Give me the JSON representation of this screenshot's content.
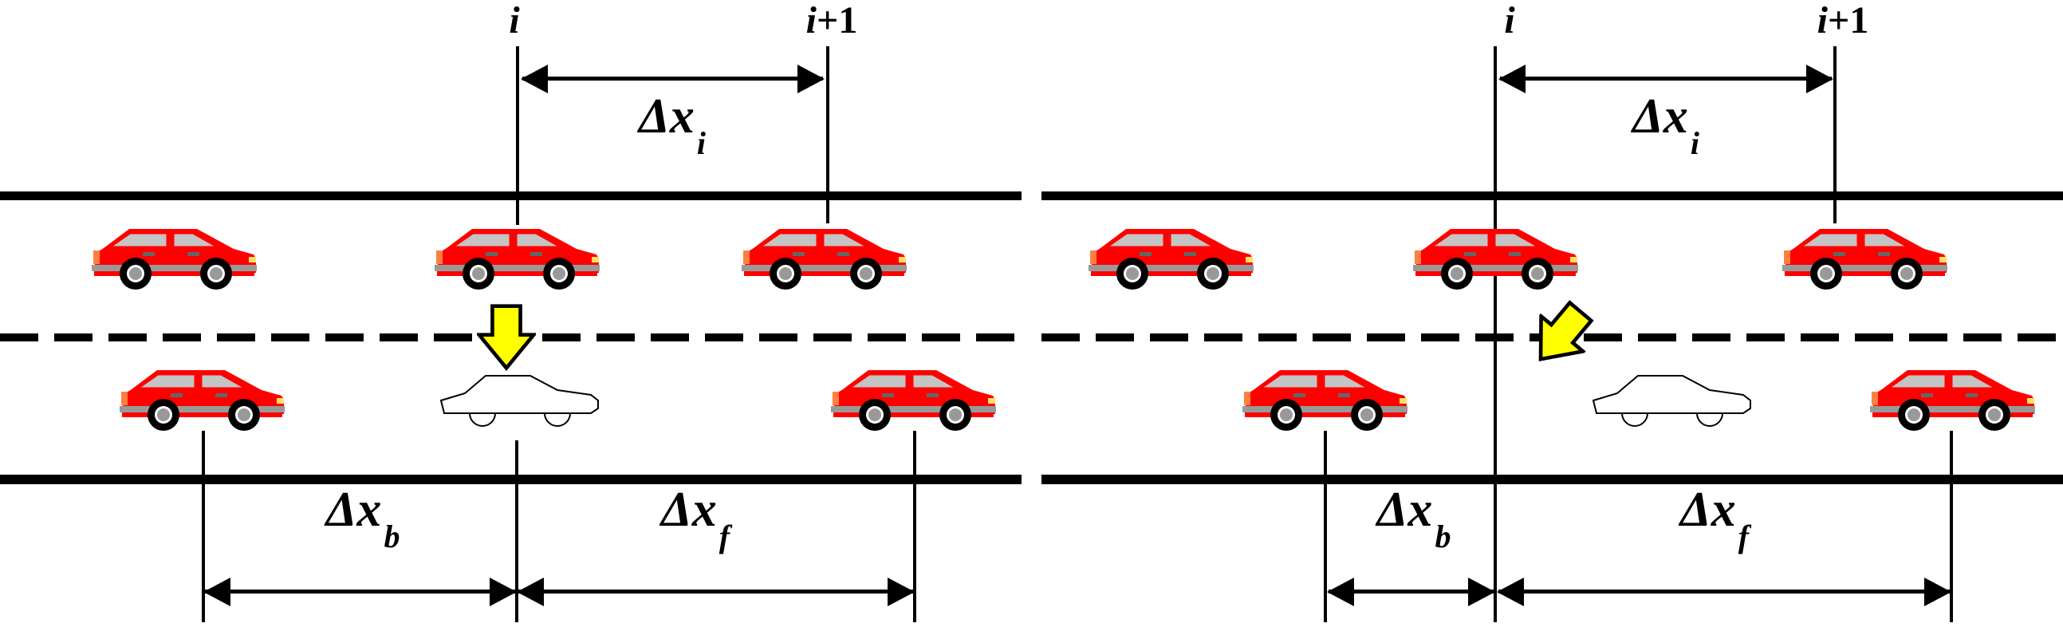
{
  "panels": [
    {
      "labels": {
        "vehicle_i": "i",
        "vehicle_next": {
          "italic": "i",
          "rest": "+1"
        },
        "headway": {
          "main": "Δx",
          "sub": "i"
        },
        "back_gap": {
          "main": "Δx",
          "sub": "b"
        },
        "front_gap": {
          "main": "Δx",
          "sub": "f"
        }
      }
    },
    {
      "labels": {
        "vehicle_i": "i",
        "vehicle_next": {
          "italic": "i",
          "rest": "+1"
        },
        "headway": {
          "main": "Δx",
          "sub": "i"
        },
        "back_gap": {
          "main": "Δx",
          "sub": "b"
        },
        "front_gap": {
          "main": "Δx",
          "sub": "f"
        }
      }
    }
  ],
  "icons": {
    "red_car": "red-car-icon",
    "white_car": "white-car-outline-icon",
    "lane_change_straight": "lane-change-down-arrow-icon",
    "lane_change_bent": "lane-change-diagonal-arrow-icon"
  },
  "colors": {
    "car_red": "#FF0000",
    "window_gray": "#C4C4C4",
    "bumper_gray": "#999999",
    "taillight_orange": "#FF8040",
    "headlight_yellow": "#FFE066",
    "arrow_yellow": "#FFFF00",
    "line_black": "#000000",
    "background": "#FFFFFF"
  }
}
